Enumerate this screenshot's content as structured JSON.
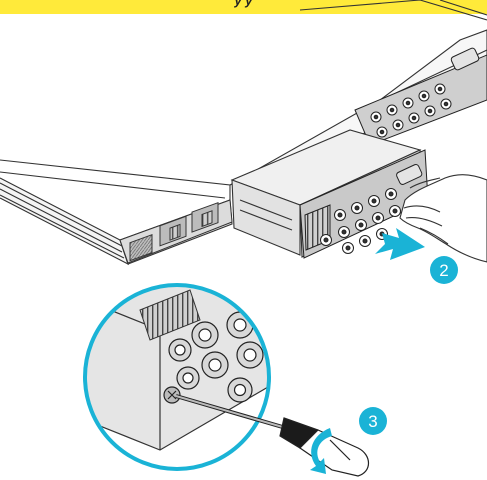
{
  "banner": {
    "color": "#ffea3a",
    "text": "y                                              y"
  },
  "steps": {
    "step2": "2",
    "step3": "3",
    "badge_color": "#1ab3d6"
  },
  "colors": {
    "accent": "#1ab3d6",
    "chassis_stroke": "#333333",
    "module_fill": "#e6e6e6"
  }
}
